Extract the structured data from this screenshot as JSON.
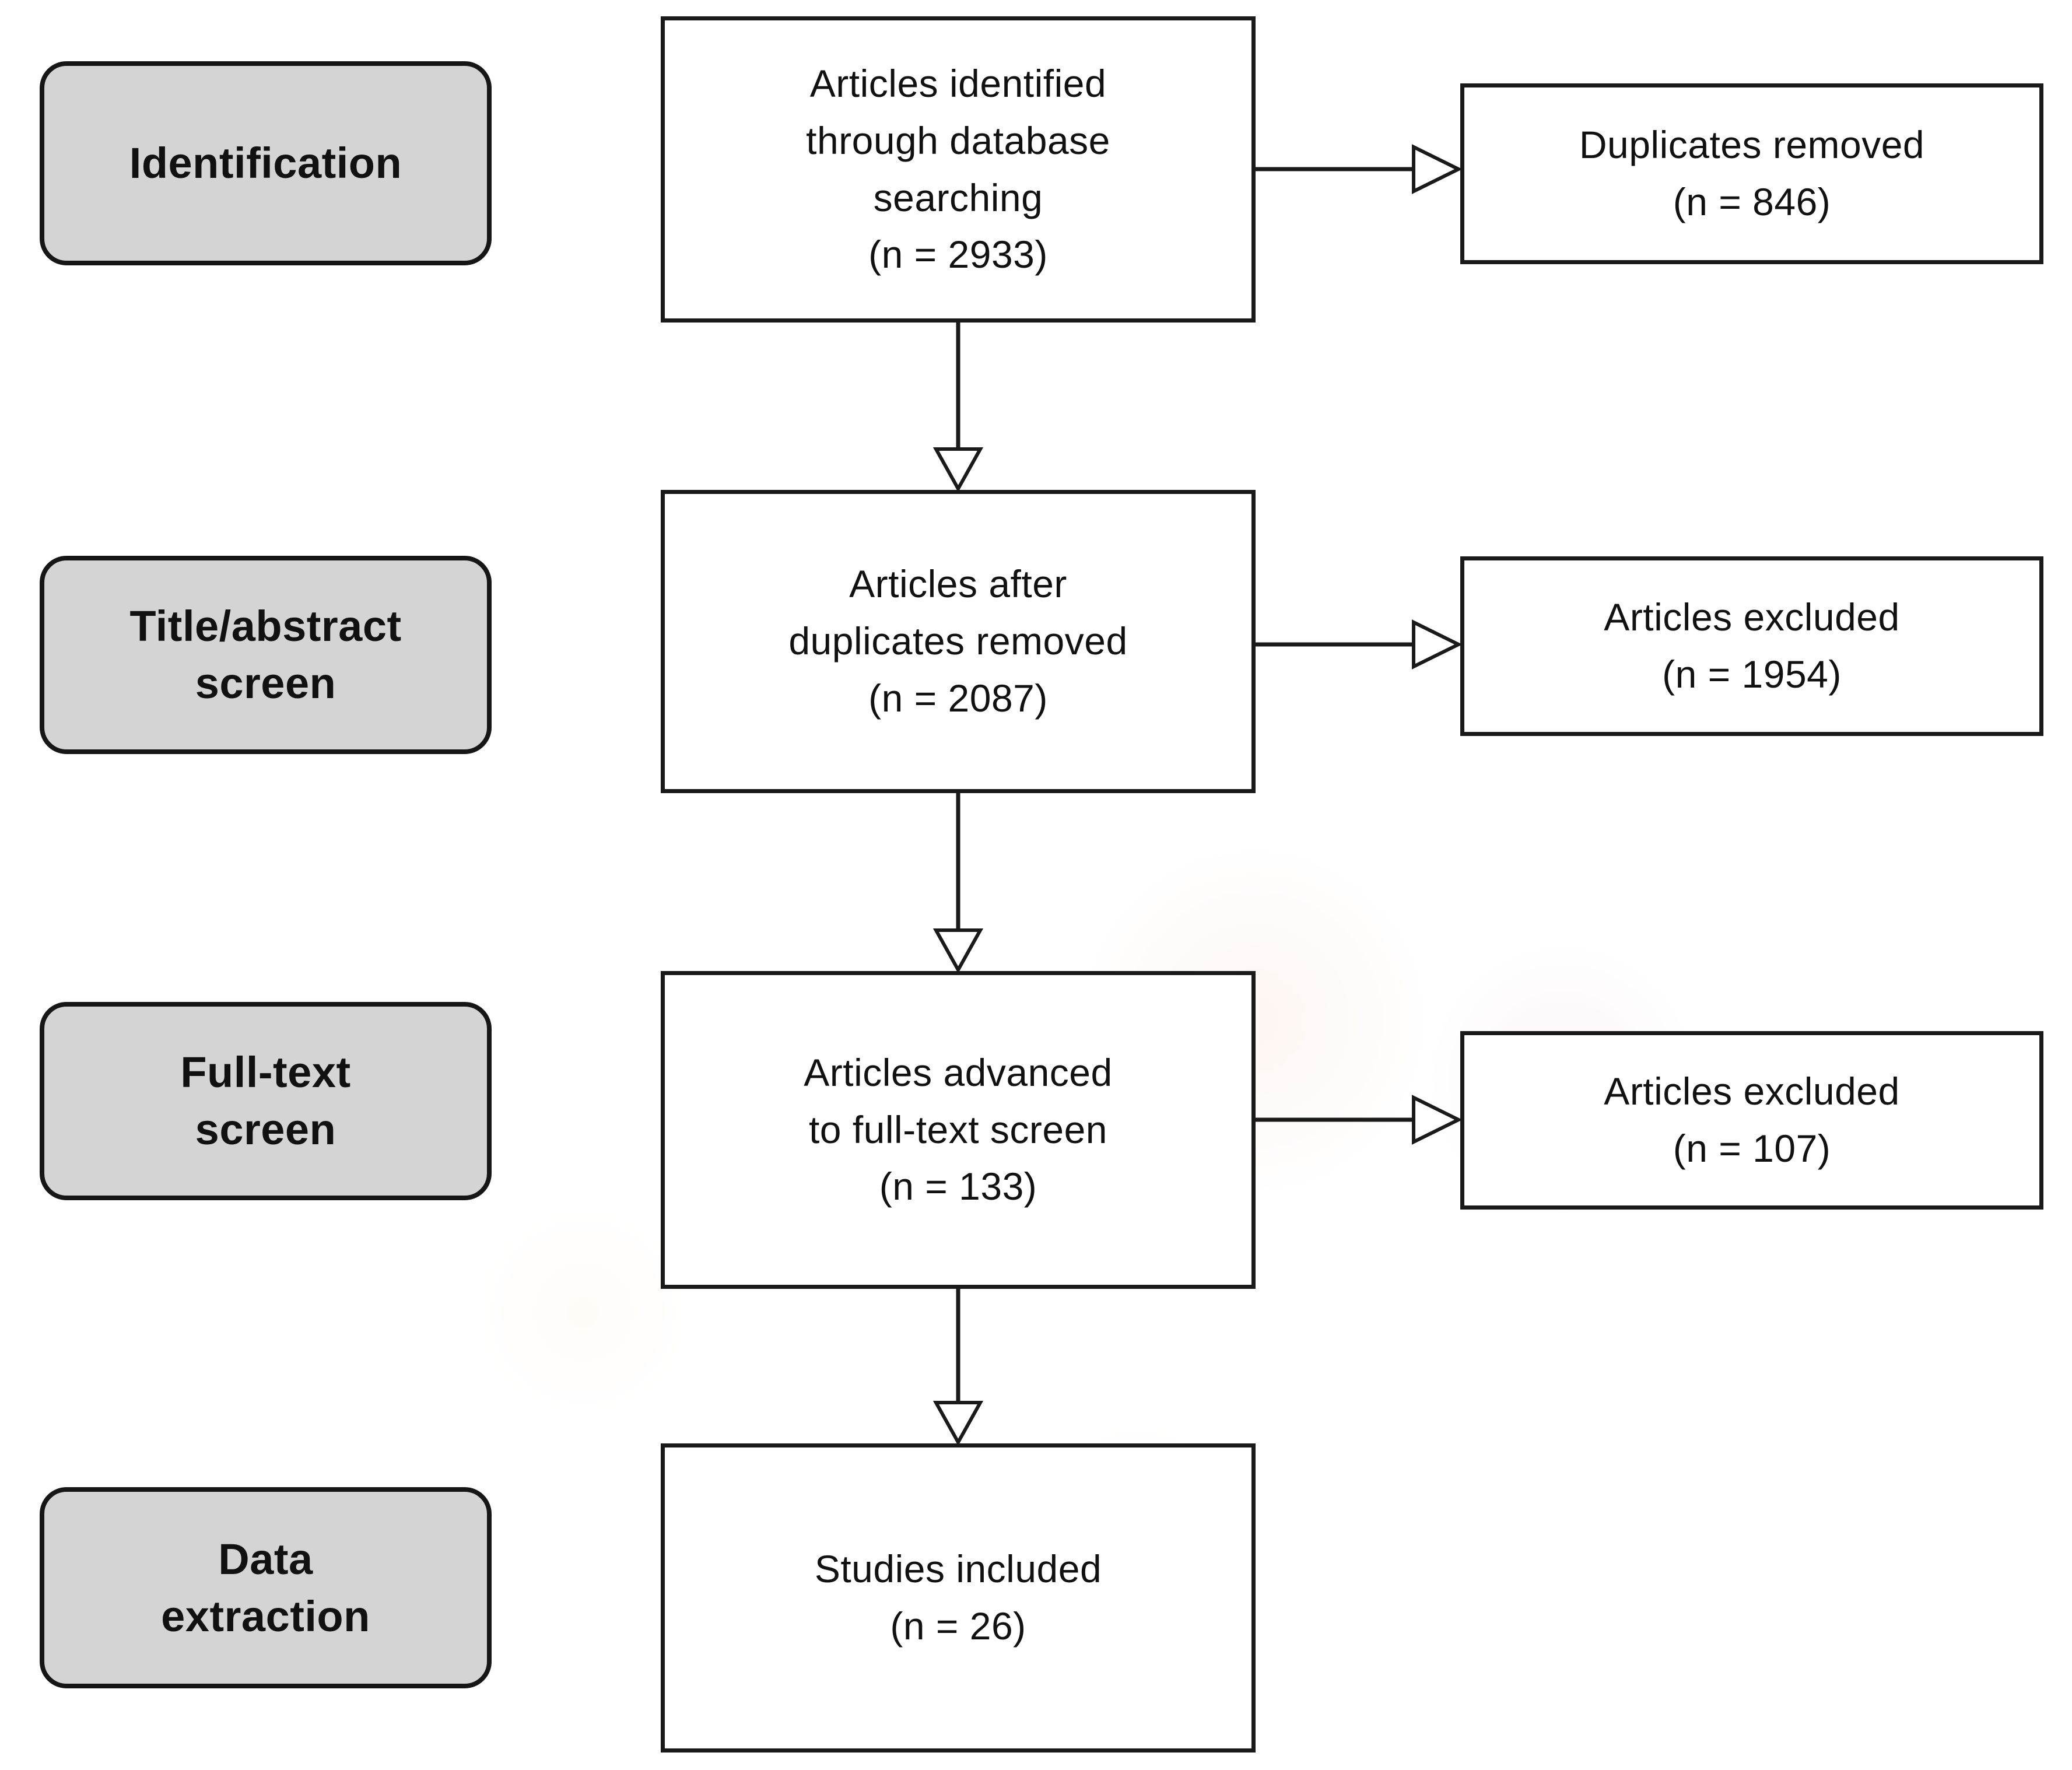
{
  "figure": {
    "type": "prisma-literature-screening-flow-diagram"
  },
  "stages": [
    {
      "label": "Identification"
    },
    {
      "label": "Title/abstract\nscreen"
    },
    {
      "label": "Full-text\nscreen"
    },
    {
      "label": "Data\nextraction"
    }
  ],
  "main_flow": [
    {
      "text": "Articles identified\nthrough database\nsearching",
      "count": "(n = 2933)",
      "n": 2933
    },
    {
      "text": "Articles after\nduplicates removed",
      "count": "(n = 2087)",
      "n": 2087
    },
    {
      "text": "Articles advanced\nto full-text screen",
      "count": "(n = 133)",
      "n": 133
    },
    {
      "text": "Studies included",
      "count": "(n = 26)",
      "n": 26
    }
  ],
  "side_flow": [
    {
      "text": "Duplicates removed",
      "count": "(n = 846)",
      "n": 846
    },
    {
      "text": "Articles excluded",
      "count": "(n = 1954)",
      "n": 1954
    },
    {
      "text": "Articles excluded",
      "count": "(n = 107)",
      "n": 107
    }
  ],
  "colors": {
    "background": "#ffffff",
    "stage_fill": "#d4d4d4",
    "box_border": "#1a1a1a",
    "text": "#111111"
  }
}
